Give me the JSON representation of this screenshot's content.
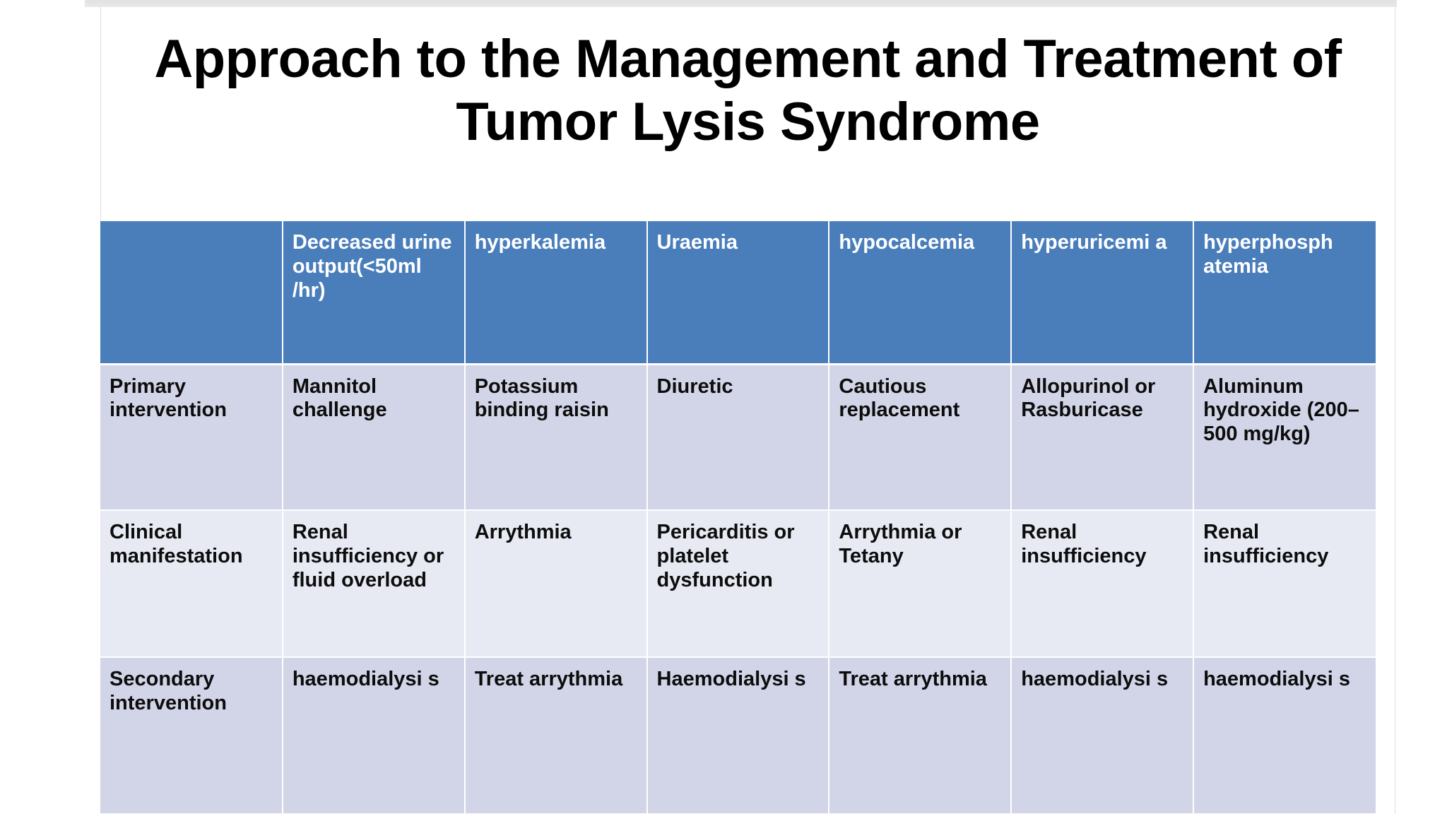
{
  "slide": {
    "title": "Approach to the Management and Treatment of Tumor Lysis Syndrome",
    "colors": {
      "header_blue": "#4a7ebb",
      "band_dark": "#d2d5e7",
      "band_light": "#e7eaf3",
      "header_text": "#ffffff",
      "body_text": "#0d0d0d",
      "page_background": "#ffffff",
      "top_strip": "#e5e5e5"
    }
  },
  "table": {
    "headers": [
      "",
      "Decreased urine output(<50ml /hr)",
      "hyperkalemia",
      "Uraemia",
      "hypocalcemia",
      "hyperuricemi a",
      "hyperphosph atemia"
    ],
    "rows": [
      {
        "label": "Primary intervention",
        "cells": [
          "Primary intervention",
          "Mannitol challenge",
          "Potassium binding raisin",
          "Diuretic",
          "Cautious replacement",
          "Allopurinol or Rasburicase",
          "Aluminum hydroxide (200–500 mg/kg)"
        ]
      },
      {
        "label": "Clinical manifestation",
        "cells": [
          "Clinical manifestation",
          "Renal insufficiency or fluid overload",
          "Arrythmia",
          "Pericarditis or platelet dysfunction",
          "Arrythmia or Tetany",
          "Renal insufficiency",
          "Renal insufficiency"
        ]
      },
      {
        "label": "Secondary intervention",
        "cells": [
          "Secondary intervention",
          "haemodialysi s",
          "Treat arrythmia",
          "Haemodialysi s",
          "Treat arrythmia",
          "haemodialysi s",
          "haemodialysi s"
        ]
      }
    ]
  }
}
